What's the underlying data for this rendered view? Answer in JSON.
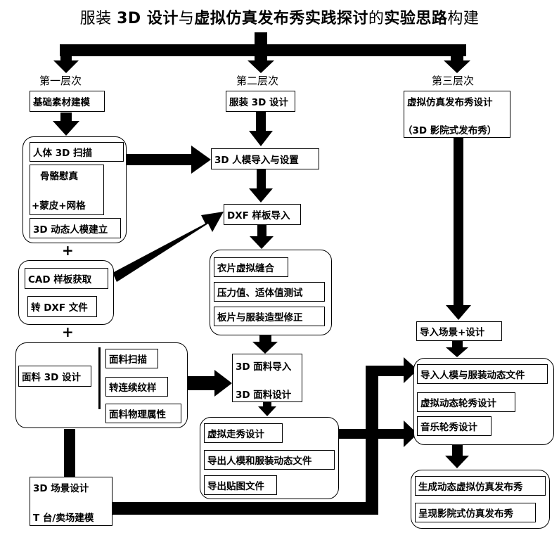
{
  "title": {
    "p1": "服装 ",
    "p2": "3D 设计",
    "p3": "与",
    "p4": "虚拟仿真发布秀实践探讨",
    "p5": "的",
    "p6": "实验思路",
    "p7": "构建"
  },
  "levels": [
    "第一层次",
    "第二层次",
    "第三层次"
  ],
  "col1": {
    "top": "基础素材建模",
    "scan": "人体 3D 扫描",
    "skeleton": "骨骼慰真",
    "skin": "+蒙皮+网格",
    "dynamic": "3D 动态人模建立",
    "cad": "CAD 样板获取",
    "dxf": "转 DXF 文件",
    "fabric": "面料 3D 设计",
    "fabric_items": [
      "面料扫描",
      "转连续纹样",
      "面料物理属性"
    ],
    "scene1": "3D 场景设计",
    "scene2": "T 台/卖场建模"
  },
  "col2": {
    "top": "服装 3D 设计",
    "import": "3D 人模导入与设置",
    "dxf": "DXF 样板导入",
    "group1": [
      "衣片虚拟缝合",
      "压力值、适体值测试",
      "板片与服装造型修正"
    ],
    "fabric1": "3D 面料导入",
    "fabric2": "3D 面料设计",
    "group2": [
      "虚拟走秀设计",
      "导出人模和服装动态文件",
      "导出贴图文件"
    ]
  },
  "col3": {
    "top1": "虚拟仿真发布秀设计",
    "top2": "（3D 影院式发布秀）",
    "scene": "导入场景+设计",
    "group1": [
      "导入人模与服装动态文件",
      "虚拟动态轮秀设计",
      "音乐轮秀设计"
    ],
    "group2": [
      "生成动态虚拟仿真发布秀",
      "呈现影院式仿真发布秀"
    ]
  },
  "connectors": {
    "plus": "+"
  }
}
